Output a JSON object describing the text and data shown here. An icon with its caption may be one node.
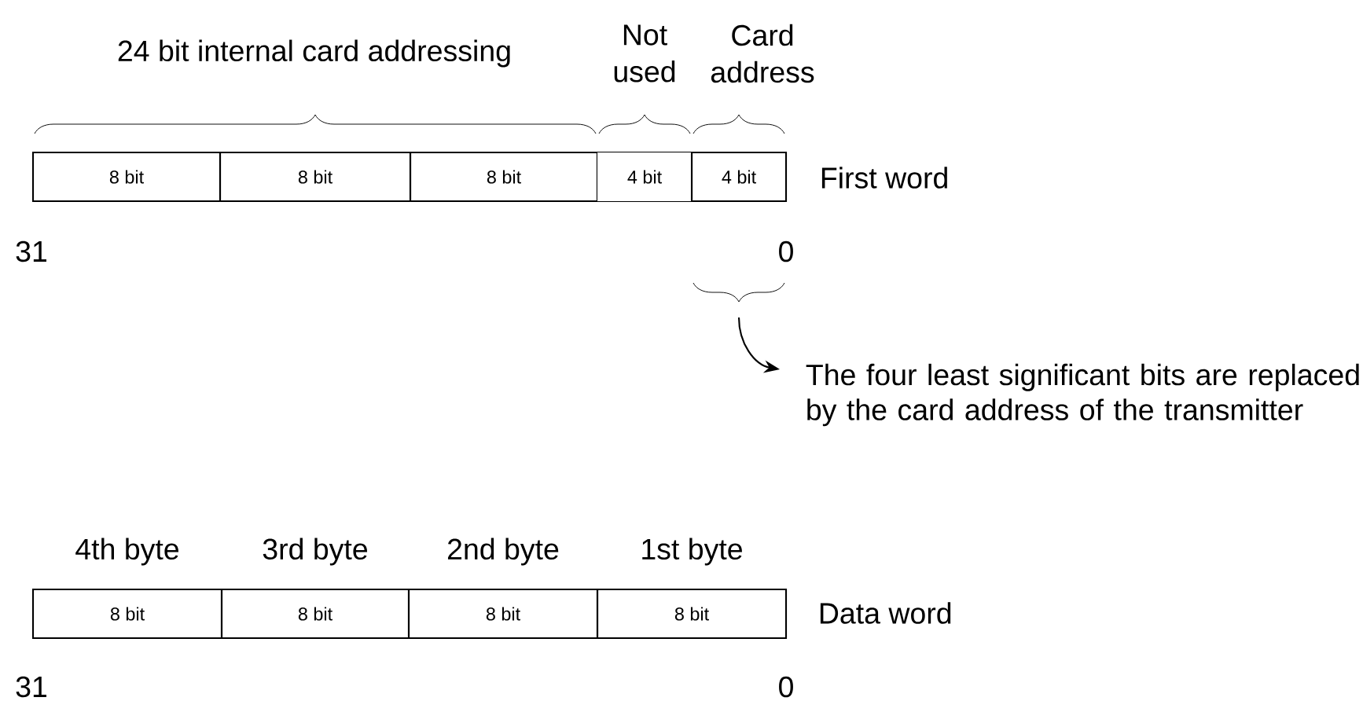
{
  "diagram": {
    "nodes": [
      {
        "text": [
          "8 bit"
        ]
      },
      {
        "text": [
          "8 bit"
        ]
      },
      {
        "text": [
          "8 bit"
        ]
      },
      {
        "text": [
          "4 bit"
        ]
      },
      {
        "text": [
          "4 bit"
        ]
      },
      {
        "text": [],
        "shape": "brace"
      },
      {
        "text": [
          "The four least significant bits are replaced by the card address of the transmitter"
        ]
      },
      {
        "text": [
          "8 bit"
        ],
        "beside": [
          "4th byte"
        ]
      },
      {
        "text": [
          "8 bit"
        ],
        "beside": [
          "3rd byte"
        ]
      },
      {
        "text": [
          "8 bit"
        ],
        "beside": [
          "2nd byte"
        ]
      },
      {
        "text": [
          "8 bit"
        ],
        "beside": [
          "1st byte"
        ]
      }
    ],
    "edges": [
      {
        "from": 5,
        "to": 6,
        "arrow": "to"
      }
    ],
    "labels": [
      "24 bit internal card addressing",
      "Not used",
      "Card address",
      "First word",
      "31",
      "0",
      "Data word",
      "31",
      "0"
    ]
  }
}
